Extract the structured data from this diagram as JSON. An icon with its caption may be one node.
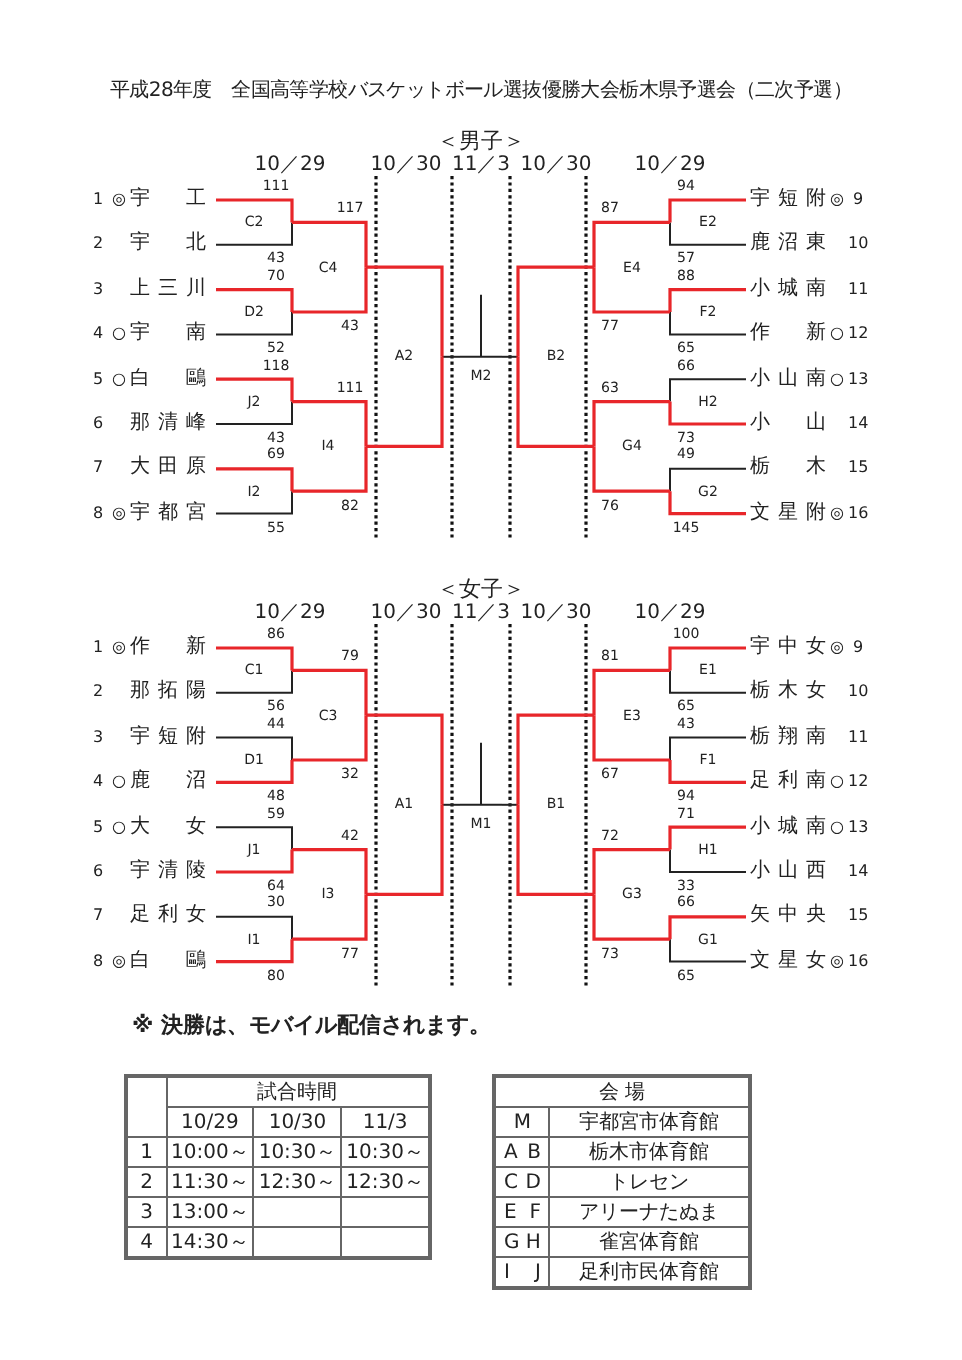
{
  "diagram": {
    "title": "平成28年度　全国高等学校バスケットボール選抜優勝大会栃木県予選会（二次予選）",
    "nodes": [
      {
        "text": [
          "1",
          "◎",
          "宇工"
        ]
      },
      {
        "text": [
          "2",
          "宇北"
        ]
      },
      {
        "text": [
          "3",
          "上三川"
        ]
      },
      {
        "text": [
          "4",
          "○",
          "宇南"
        ]
      },
      {
        "text": [
          "5",
          "○",
          "白鷗"
        ]
      },
      {
        "text": [
          "6",
          "那清峰"
        ]
      },
      {
        "text": [
          "7",
          "大田原"
        ]
      },
      {
        "text": [
          "8",
          "◎",
          "宇都宮"
        ]
      },
      {
        "text": [
          "宇短附",
          "◎",
          "9"
        ]
      },
      {
        "text": [
          "鹿沼東",
          "10"
        ]
      },
      {
        "text": [
          "小城南",
          "11"
        ]
      },
      {
        "text": [
          "作新",
          "○",
          "12"
        ]
      },
      {
        "text": [
          "小山南",
          "○",
          "13"
        ]
      },
      {
        "text": [
          "小山",
          "14"
        ]
      },
      {
        "text": [
          "栃木",
          "15"
        ]
      },
      {
        "text": [
          "文星附",
          "◎",
          "16"
        ]
      },
      {
        "text": [
          "C2"
        ]
      },
      {
        "text": [
          "D2"
        ]
      },
      {
        "text": [
          "J2"
        ]
      },
      {
        "text": [
          "I2"
        ]
      },
      {
        "text": [
          "C4"
        ]
      },
      {
        "text": [
          "I4"
        ]
      },
      {
        "text": [
          "A2"
        ]
      },
      {
        "text": [
          "M2"
        ]
      },
      {
        "text": [
          "B2"
        ]
      },
      {
        "text": [
          "E4"
        ]
      },
      {
        "text": [
          "G4"
        ]
      },
      {
        "text": [
          "E2"
        ]
      },
      {
        "text": [
          "F2"
        ]
      },
      {
        "text": [
          "H2"
        ]
      },
      {
        "text": [
          "G2"
        ]
      },
      {
        "text": [
          "1",
          "◎",
          "作新"
        ]
      },
      {
        "text": [
          "2",
          "那拓陽"
        ]
      },
      {
        "text": [
          "3",
          "宇短附"
        ]
      },
      {
        "text": [
          "4",
          "○",
          "鹿沼"
        ]
      },
      {
        "text": [
          "5",
          "○",
          "大女"
        ]
      },
      {
        "text": [
          "6",
          "宇清陵"
        ]
      },
      {
        "text": [
          "7",
          "足利女"
        ]
      },
      {
        "text": [
          "8",
          "◎",
          "白鷗"
        ]
      },
      {
        "text": [
          "宇中女",
          "◎",
          "9"
        ]
      },
      {
        "text": [
          "栃木女",
          "10"
        ]
      },
      {
        "text": [
          "栃翔南",
          "11"
        ]
      },
      {
        "text": [
          "足利南",
          "○",
          "12"
        ]
      },
      {
        "text": [
          "小城南",
          "○",
          "13"
        ]
      },
      {
        "text": [
          "小山西",
          "14"
        ]
      },
      {
        "text": [
          "矢中央",
          "15"
        ]
      },
      {
        "text": [
          "文星女",
          "◎",
          "16"
        ]
      },
      {
        "text": [
          "C1"
        ]
      },
      {
        "text": [
          "D1"
        ]
      },
      {
        "text": [
          "J1"
        ]
      },
      {
        "text": [
          "I1"
        ]
      },
      {
        "text": [
          "C3"
        ]
      },
      {
        "text": [
          "I3"
        ]
      },
      {
        "text": [
          "A1"
        ]
      },
      {
        "text": [
          "M1"
        ]
      },
      {
        "text": [
          "B1"
        ]
      },
      {
        "text": [
          "E3"
        ]
      },
      {
        "text": [
          "G3"
        ]
      },
      {
        "text": [
          "E1"
        ]
      },
      {
        "text": [
          "F1"
        ]
      },
      {
        "text": [
          "H1"
        ]
      },
      {
        "text": [
          "G1"
        ]
      }
    ],
    "edges": [
      {
        "from": 0,
        "to": 16,
        "arrow": "none",
        "label": "111"
      },
      {
        "from": 1,
        "to": 16,
        "arrow": "none",
        "label": "43",
        "color": "#222222"
      },
      {
        "from": 2,
        "to": 17,
        "arrow": "none",
        "label": "70"
      },
      {
        "from": 3,
        "to": 17,
        "arrow": "none",
        "label": "52",
        "color": "#222222"
      },
      {
        "from": 4,
        "to": 18,
        "arrow": "none",
        "label": "118"
      },
      {
        "from": 5,
        "to": 18,
        "arrow": "none",
        "label": "43",
        "color": "#222222"
      },
      {
        "from": 6,
        "to": 19,
        "arrow": "none",
        "label": "69"
      },
      {
        "from": 7,
        "to": 19,
        "arrow": "none",
        "label": "55",
        "color": "#222222"
      },
      {
        "from": 8,
        "to": 27,
        "arrow": "none",
        "label": "94"
      },
      {
        "from": 9,
        "to": 27,
        "arrow": "none",
        "label": "57",
        "color": "#222222"
      },
      {
        "from": 10,
        "to": 28,
        "arrow": "none",
        "label": "88"
      },
      {
        "from": 11,
        "to": 28,
        "arrow": "none",
        "label": "65",
        "color": "#222222"
      },
      {
        "from": 12,
        "to": 29,
        "arrow": "none",
        "label": "66",
        "color": "#222222"
      },
      {
        "from": 13,
        "to": 29,
        "arrow": "none",
        "label": "73"
      },
      {
        "from": 14,
        "to": 30,
        "arrow": "none",
        "label": "49",
        "color": "#222222"
      },
      {
        "from": 15,
        "to": 30,
        "arrow": "none",
        "label": "145"
      },
      {
        "from": 16,
        "to": 20,
        "arrow": "none",
        "label": "117"
      },
      {
        "from": 17,
        "to": 20,
        "arrow": "none",
        "label": "43"
      },
      {
        "from": 18,
        "to": 21,
        "arrow": "none",
        "label": "111"
      },
      {
        "from": 19,
        "to": 21,
        "arrow": "none",
        "label": "82"
      },
      {
        "from": 27,
        "to": 25,
        "arrow": "none",
        "label": "87"
      },
      {
        "from": 28,
        "to": 25,
        "arrow": "none",
        "label": "77"
      },
      {
        "from": 29,
        "to": 26,
        "arrow": "none",
        "label": "63"
      },
      {
        "from": 30,
        "to": 26,
        "arrow": "none",
        "label": "76"
      },
      {
        "from": 20,
        "to": 22,
        "arrow": "none"
      },
      {
        "from": 21,
        "to": 22,
        "arrow": "none"
      },
      {
        "from": 25,
        "to": 24,
        "arrow": "none"
      },
      {
        "from": 26,
        "to": 24,
        "arrow": "none"
      },
      {
        "from": 22,
        "to": 23,
        "arrow": "none",
        "color": "#222222"
      },
      {
        "from": 24,
        "to": 23,
        "arrow": "none",
        "color": "#222222"
      },
      {
        "from": 31,
        "to": 47,
        "arrow": "none",
        "label": "86"
      },
      {
        "from": 32,
        "to": 47,
        "arrow": "none",
        "label": "56",
        "color": "#222222"
      },
      {
        "from": 33,
        "to": 48,
        "arrow": "none",
        "label": "44",
        "color": "#222222"
      },
      {
        "from": 34,
        "to": 48,
        "arrow": "none",
        "label": "48"
      },
      {
        "from": 35,
        "to": 49,
        "arrow": "none",
        "label": "59",
        "color": "#222222"
      },
      {
        "from": 36,
        "to": 49,
        "arrow": "none",
        "label": "64"
      },
      {
        "from": 37,
        "to": 50,
        "arrow": "none",
        "label": "30",
        "color": "#222222"
      },
      {
        "from": 38,
        "to": 50,
        "arrow": "none",
        "label": "80"
      },
      {
        "from": 39,
        "to": 58,
        "arrow": "none",
        "label": "100"
      },
      {
        "from": 40,
        "to": 58,
        "arrow": "none",
        "label": "65",
        "color": "#222222"
      },
      {
        "from": 41,
        "to": 59,
        "arrow": "none",
        "label": "43",
        "color": "#222222"
      },
      {
        "from": 42,
        "to": 59,
        "arrow": "none",
        "label": "94"
      },
      {
        "from": 43,
        "to": 60,
        "arrow": "none",
        "label": "71"
      },
      {
        "from": 44,
        "to": 60,
        "arrow": "none",
        "label": "33",
        "color": "#222222"
      },
      {
        "from": 45,
        "to": 61,
        "arrow": "none",
        "label": "66"
      },
      {
        "from": 46,
        "to": 61,
        "arrow": "none",
        "label": "65",
        "color": "#222222"
      },
      {
        "from": 47,
        "to": 51,
        "arrow": "none",
        "label": "79"
      },
      {
        "from": 48,
        "to": 51,
        "arrow": "none",
        "label": "32"
      },
      {
        "from": 49,
        "to": 52,
        "arrow": "none",
        "label": "42"
      },
      {
        "from": 50,
        "to": 52,
        "arrow": "none",
        "label": "77"
      },
      {
        "from": 58,
        "to": 56,
        "arrow": "none",
        "label": "81"
      },
      {
        "from": 59,
        "to": 56,
        "arrow": "none",
        "label": "67"
      },
      {
        "from": 60,
        "to": 57,
        "arrow": "none",
        "label": "72"
      },
      {
        "from": 61,
        "to": 57,
        "arrow": "none",
        "label": "73"
      },
      {
        "from": 51,
        "to": 53,
        "arrow": "none"
      },
      {
        "from": 52,
        "to": 53,
        "arrow": "none"
      },
      {
        "from": 56,
        "to": 55,
        "arrow": "none"
      },
      {
        "from": 57,
        "to": 55,
        "arrow": "none"
      },
      {
        "from": 53,
        "to": 54,
        "arrow": "none",
        "color": "#222222"
      },
      {
        "from": 55,
        "to": 54,
        "arrow": "none",
        "color": "#222222"
      }
    ],
    "labels": [
      "＜男子＞",
      "10／29",
      "10／30",
      "11／3",
      "10／30",
      "10／29",
      "＜女子＞",
      "10／29",
      "10／30",
      "11／3",
      "10／30",
      "10／29",
      "※ 決勝は、モバイル配信されます。",
      "試合時間",
      "10/29",
      "10/30",
      "11/3",
      "1",
      "10:00～",
      "10:30～",
      "10:30～",
      "2",
      "11:30～",
      "12:30～",
      "12:30～",
      "3",
      "13:00～",
      "4",
      "14:30～",
      "会 場",
      "M",
      "宇都宮市体育館",
      "A B",
      "栃木市体育館",
      "C D",
      "トレセン",
      "E F",
      "アリーナたぬま",
      "G H",
      "雀宮体育館",
      "I J",
      "足利市民体育館"
    ]
  }
}
